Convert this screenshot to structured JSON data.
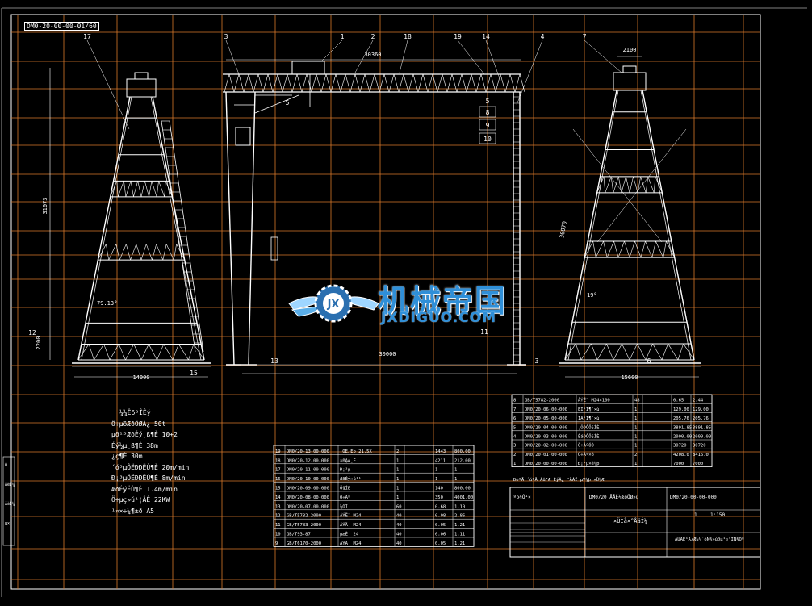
{
  "drawing_no": "DM0-20-00-00-01/60",
  "callouts": [
    "1",
    "2",
    "18",
    "3",
    "19",
    "14",
    "4",
    "7",
    "17",
    "8",
    "9",
    "10",
    "5",
    "5",
    "6",
    "13",
    "11",
    "15",
    "12",
    "3"
  ],
  "dimensions": {
    "main_span": "30000",
    "overall_width": "30360",
    "tower_width_left": "14000",
    "tower_width_right": "15600",
    "top_width": "2100",
    "height_left": "31073",
    "leg_length": "30070",
    "angle_left": "79.13°",
    "angle_right": "19°",
    "base_height": "2200"
  },
  "tech_spec": {
    "heading": "¼¼Êõ²ÎÊý",
    "lines": [
      "Ö÷µõÆðÖØÁ¿  50t",
      "µõ¹³ÆðÉý¸ß¶È  10+2",
      "Éý½µ¸ß¶È  38m",
      "¿ç¶È  30m",
      "´ó³µÔËÐÐËÙ¶È  20m/min",
      "Ð¡³µÔËÐÐËÙ¶È  8m/min",
      "ÆðÉýËÙ¶È  1.4m/min",
      "Ö÷µç»ú¹¦ÂÊ  22KW",
      "¹¤×÷¼¶±ð  A5"
    ]
  },
  "parts_list_left": [
    [
      "19",
      "DM0/20-13-00-000",
      "¸ÖË¿Éþ 21.5X",
      "2",
      "",
      "1443",
      "800.00"
    ],
    [
      "18",
      "DM0/20-12-00-000",
      "×ß̨ÀÀ¸Ë",
      "1",
      "",
      "4211",
      "212.00"
    ],
    [
      "17",
      "DM0/20-11-00-000",
      "Ð¡³µ",
      "1",
      "",
      "1",
      "1"
    ],
    [
      "16",
      "DM0/20-10-00-000",
      "ÆðÉý»ú¹¹",
      "1",
      "",
      "1",
      "1"
    ],
    [
      "15",
      "DM0/20-09-00-000",
      "Ö§ÍÈ",
      "1",
      "",
      "140",
      "800.00"
    ],
    [
      "14",
      "DM0/20-08-00-000",
      "Ö÷Áº",
      "1",
      "",
      "350",
      "4001.00"
    ],
    [
      "13",
      "DM0/20-07-00-000",
      "½ÓÍ·",
      "60",
      "",
      "0.68",
      "1.10"
    ],
    [
      "12",
      "GB/T5782-2000",
      "ÂÝË¨ M24",
      "40",
      "",
      "0.08",
      "2.86"
    ],
    [
      "11",
      "GB/T5783-2000",
      "ÂÝÄ¸ M24",
      "40",
      "",
      "0.05",
      "1.21"
    ],
    [
      "10",
      "GB/T93-87",
      "µæÈ¦ 24",
      "40",
      "",
      "0.06",
      "1.11"
    ],
    [
      "9",
      "GB/T6170-2000",
      "ÂÝÄ¸ M24",
      "40",
      "",
      "0.05",
      "1.21"
    ]
  ],
  "parts_list_right": [
    [
      "8",
      "GB/T5782-2000",
      "ÂÝË¨ M24×100",
      "48",
      "",
      "0.65",
      "2.44"
    ],
    [
      "7",
      "DM0/20-06-00-000",
      "ÉÏ¹Ì¶¨×ù",
      "1",
      "",
      "129.00",
      "129.00"
    ],
    [
      "6",
      "DM0/20-05-00-000",
      "ÏÂ¹Ì¶¨×ù",
      "1",
      "",
      "205.76",
      "205.76"
    ],
    [
      "5",
      "DM0/20-04-00-000",
      "¸ÕÐÔÖ§ÍÈ",
      "1",
      "",
      "3891.85",
      "3891.85"
    ],
    [
      "4",
      "DM0/20-03-00-000",
      "ÈáÐÔÖ§ÍÈ",
      "1",
      "",
      "2000.00",
      "2000.00"
    ],
    [
      "3",
      "DM0/20-02-00-000",
      "Ö÷ÁºÓÒ",
      "1",
      "",
      "30720",
      "30720"
    ],
    [
      "2",
      "DM0/20-01-00-000",
      "Ö÷Áº×ó",
      "2",
      "",
      "4208.0",
      "8416.0"
    ],
    [
      "1",
      "DM0/20-00-00-000",
      "Ð¡³µ×é¼þ",
      "1",
      "",
      "7000",
      "7000"
    ]
  ],
  "parts_header": [
    "ÐòºÅ",
    "´úºÅ",
    "Ãû³Æ",
    "ÊýÁ¿",
    "²ÄÁÏ",
    "µ¥¼þ",
    "×Ü¼Æ"
  ],
  "title_block": {
    "project": "ºó¼Ó¹¤",
    "drawing_title": "DM0/20 ÃÅÊ½ÆðÖØ»ú",
    "drawing_code": "DM0/20-00-00-000",
    "assembly": "×ÜÌå×°ÅäÍ¼",
    "scale": "1:150",
    "sheet": "1",
    "company": "ÄÚÃÉ¹Å¿Æ¼¼´óÑ§»úÐµ¹¤³ÌÑ§Ôº"
  },
  "left_margin_labels": [
    "Ô­",
    "ÃèÍ¼",
    "ÃèÍ¼",
    "µ×"
  ],
  "watermark": {
    "title": "机械帝国",
    "subtitle": "JXDIGUO.COM"
  }
}
